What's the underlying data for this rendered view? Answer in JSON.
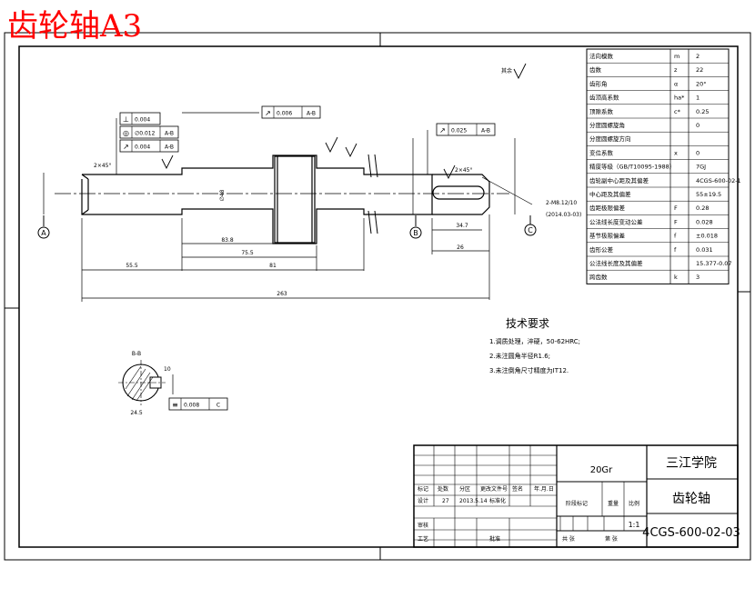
{
  "header": {
    "watermark": "齿轮轴A3"
  },
  "params": [
    [
      "法向模数",
      "m",
      "2"
    ],
    [
      "齿数",
      "z",
      "22"
    ],
    [
      "齿形角",
      "α",
      "20°"
    ],
    [
      "齿顶高系数",
      "ha*",
      "1"
    ],
    [
      "顶隙系数",
      "c*",
      "0.25"
    ],
    [
      "分度圆螺旋角",
      "",
      "0"
    ],
    [
      "分度圆螺旋方向",
      "",
      ""
    ],
    [
      "变位系数",
      "x",
      "0"
    ],
    [
      "精度等级（GB/T10095-1988）",
      "",
      "7GJ"
    ],
    [
      "齿轮副中心距及其偏差",
      "",
      "4CGS-600-02-1"
    ],
    [
      "中心距及其偏差",
      "",
      "55±19.5"
    ],
    [
      "齿距极限偏差",
      "F",
      "0.28"
    ],
    [
      "公法线长度变动公差",
      "F",
      "0.028"
    ],
    [
      "基节极限偏差",
      "f",
      "±0.018"
    ],
    [
      "齿形公差",
      "f",
      "0.031"
    ],
    [
      "公法线长度及其偏差",
      "",
      "15.377-0.07"
    ],
    [
      "跨齿数",
      "k",
      "3"
    ]
  ],
  "tech": {
    "title": "技术要求",
    "items": [
      "1.调质处理，淬硬，50-62HRC;",
      "2.未注圆角半径R1.6;",
      "3.未注倒角尺寸精度为IT12."
    ]
  },
  "drawing": {
    "datums": [
      "A",
      "B",
      "C"
    ],
    "roughness_general": "其余",
    "dims": {
      "total_length": "263",
      "d_left": "55.5",
      "d_mid1": "83.8",
      "d_mid2": "75.5",
      "d_gear": "81",
      "d_right": "34.7",
      "d_keyseat": "26",
      "d_hub": "∅48",
      "chamfer1": "2×45°",
      "chamfer2": "2×45°",
      "key_ref": "2-M8.12/10",
      "key_note": "(2014.03-03)",
      "section": "B-B",
      "section_w": "10",
      "section_d": "24.5"
    },
    "fcf": [
      {
        "sym": "↗",
        "tol": "0.006",
        "datum": "A-B"
      },
      {
        "sym": "↗",
        "tol": "0.025",
        "datum": "A-B"
      },
      {
        "sym": "⊥",
        "tol": "0.004",
        "datum": ""
      },
      {
        "sym": "◎",
        "tol": "∅0.012",
        "datum": "A-B"
      },
      {
        "sym": "↗",
        "tol": "0.004",
        "datum": "A-B"
      },
      {
        "sym": "≡",
        "tol": "0.008",
        "datum": "C"
      }
    ]
  },
  "titleblock": {
    "material": "20Gr",
    "school": "三江学院",
    "part": "齿轮轴",
    "drawing_no": "4CGS-600-02-03",
    "scale": "1:1",
    "date": "2013.5.14",
    "labels": {
      "mark": "标记",
      "count": "处数",
      "zone": "分区",
      "docno": "更改文件号",
      "sign": "签名",
      "ymd": "年.月.日",
      "design": "设计",
      "std": "标准化",
      "check": "审核",
      "craft": "工艺",
      "approve": "批准",
      "stage": "阶段标记",
      "weight": "重量",
      "ratio": "比例",
      "sheets": "共  张",
      "sheet": "第  张"
    },
    "designer": "27"
  }
}
